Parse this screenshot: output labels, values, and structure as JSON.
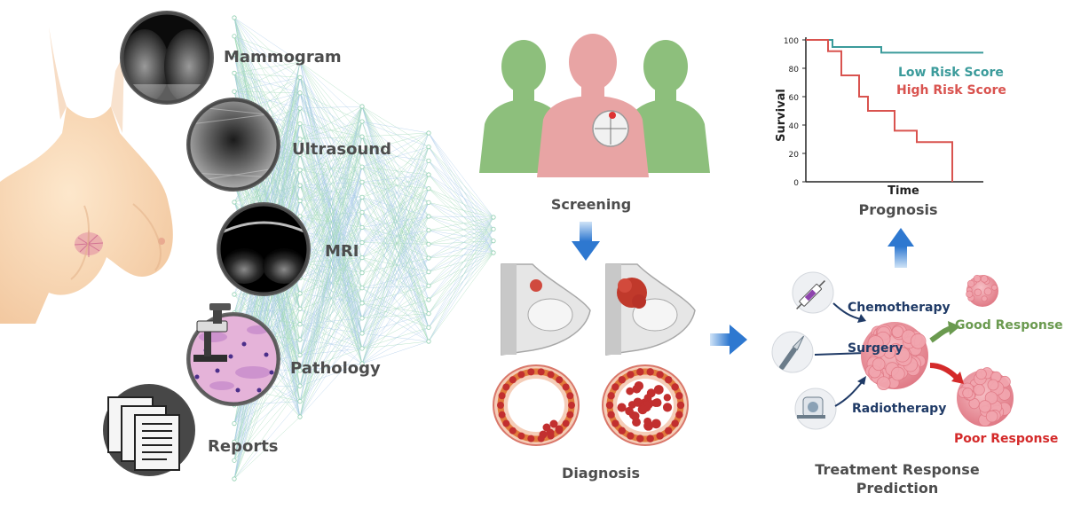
{
  "modalities": {
    "mammogram": "Mammogram",
    "ultrasound": "Ultrasound",
    "mri": "MRI",
    "pathology": "Pathology",
    "reports": "Reports"
  },
  "stages": {
    "screening": "Screening",
    "diagnosis": "Diagnosis",
    "prognosis": "Prognosis",
    "treatment_line1": "Treatment Response",
    "treatment_line2": "Prediction"
  },
  "treatments": {
    "chemo": "Chemotherapy",
    "surgery": "Surgery",
    "radio": "Radiotherapy"
  },
  "responses": {
    "good": "Good Response",
    "poor": "Poor Response"
  },
  "colors": {
    "teal": "#3b9b9b",
    "red": "#d9534f",
    "green": "#6a9a4f",
    "poor_red": "#d42a2a",
    "navy": "#1f3a66",
    "arrow_blue": "#3f86d6"
  },
  "chart_data": {
    "type": "line",
    "xlabel": "Time",
    "ylabel": "Survival",
    "ylim": [
      0,
      100
    ],
    "yticks": [
      "0",
      "20",
      "40",
      "60",
      "80",
      "100"
    ],
    "series": [
      {
        "name": "Low Risk Score",
        "color": "#3b9b9b",
        "x": [
          0,
          6,
          6,
          17,
          17,
          40
        ],
        "y": [
          100,
          100,
          95,
          95,
          91,
          91
        ]
      },
      {
        "name": "High Risk Score",
        "color": "#d9534f",
        "x": [
          0,
          5,
          5,
          8,
          8,
          12,
          12,
          14,
          14,
          20,
          20,
          25,
          25,
          33,
          33
        ],
        "y": [
          100,
          100,
          92,
          92,
          75,
          75,
          60,
          60,
          50,
          50,
          36,
          36,
          28,
          28,
          0
        ]
      }
    ]
  }
}
